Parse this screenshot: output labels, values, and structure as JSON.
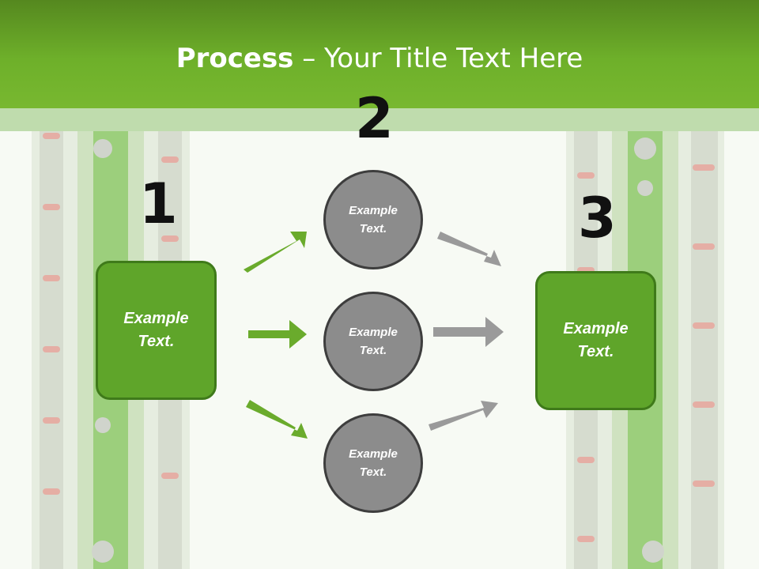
{
  "title": {
    "bold": "Process",
    "rest": " – Your Title Text Here"
  },
  "steps": {
    "one": "1",
    "two": "2",
    "three": "3"
  },
  "boxes": {
    "left": "Example\nText.",
    "right": "Example\nText."
  },
  "circles": {
    "top": "Example\nText.",
    "middle": "Example\nText.",
    "bottom": "Example\nText."
  },
  "colors": {
    "header_green": "#6eb02a",
    "box_green": "#5fa52a",
    "arrow_green": "#6aab2c",
    "circle_gray": "#8c8c8c",
    "arrow_gray": "#9a9a9a"
  },
  "icons": {
    "arrow": "arrow-icon"
  }
}
